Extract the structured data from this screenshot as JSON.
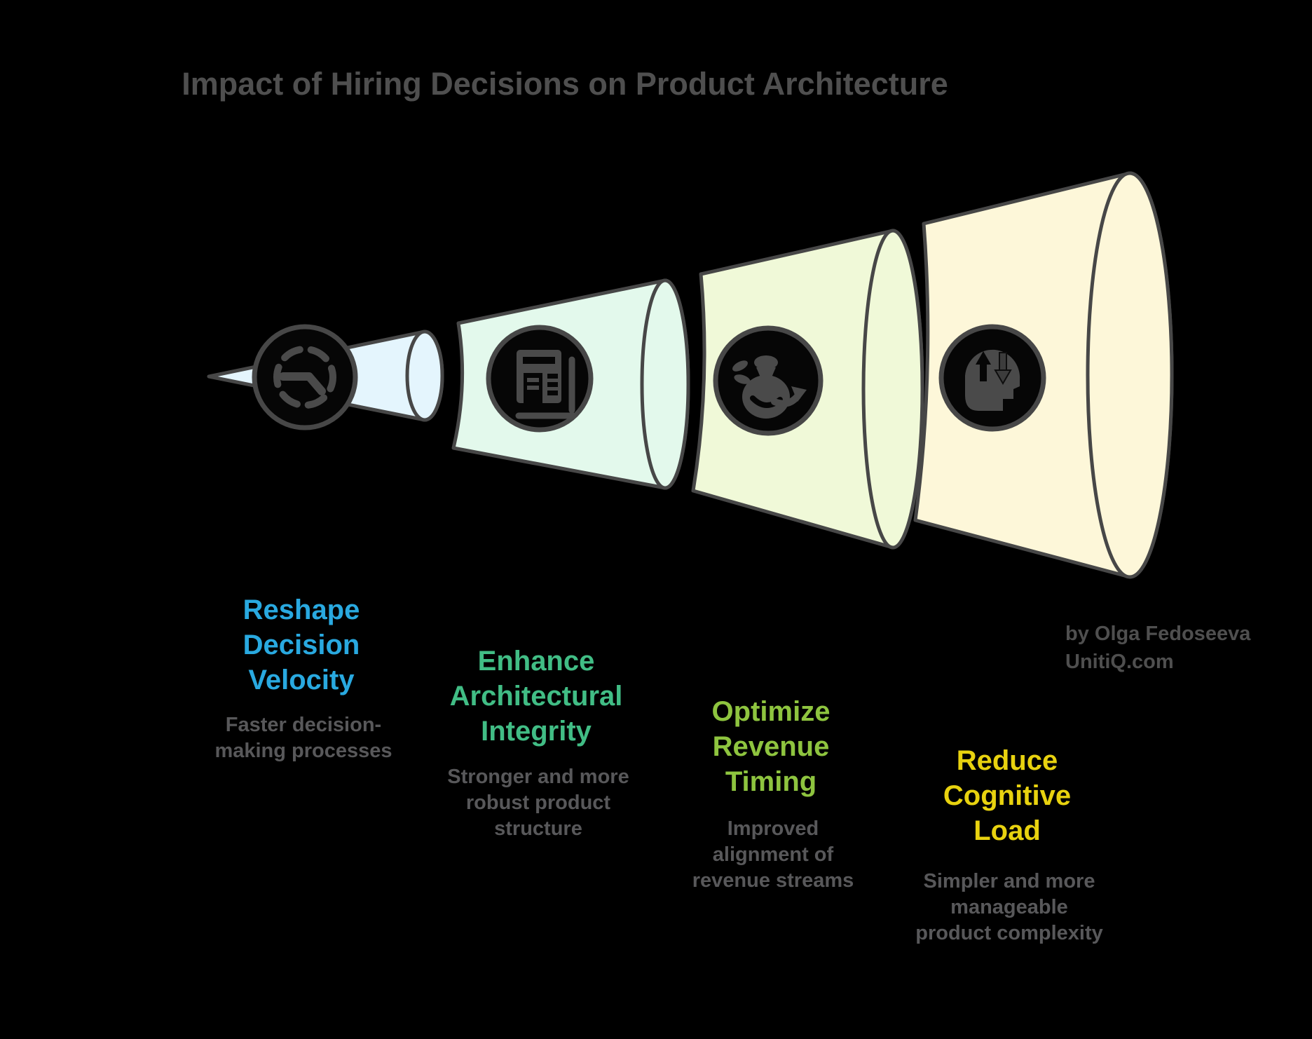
{
  "title": "Impact of Hiring Decisions on Product Architecture",
  "credit": {
    "line1": "by Olga Fedoseeva",
    "line2": "UnitiQ.com"
  },
  "colors": {
    "background": "#000000",
    "title_gray": "#4f4f4f",
    "outline_gray": "#474747",
    "subtitle_gray": "#58585a",
    "icon_circle_fill": "#060606",
    "stage1_heading": "#29a9e0",
    "stage2_heading": "#41bd85",
    "stage3_heading": "#8ec43f",
    "stage4_heading": "#e8d20f",
    "segment1_fill": "#e4f5fd",
    "segment2_fill": "#e3f9ec",
    "segment3_fill": "#f0f9d8",
    "segment4_fill": "#fdf7d9"
  },
  "stages": [
    {
      "heading": "Reshape\nDecision\nVelocity",
      "subtitle": "Faster decision-\nmaking processes",
      "heading_color": "#29a9e0",
      "segment_color": "#e4f5fd",
      "icon": "gauge-icon"
    },
    {
      "heading": "Enhance\nArchitectural\nIntegrity",
      "subtitle": "Stronger and more\nrobust product\nstructure",
      "heading_color": "#41bd85",
      "segment_color": "#e3f9ec",
      "icon": "newspaper-icon"
    },
    {
      "heading": "Optimize\nRevenue\nTiming",
      "subtitle": "Improved\nalignment of\nrevenue streams",
      "heading_color": "#8ec43f",
      "segment_color": "#f0f9d8",
      "icon": "money-bag-icon"
    },
    {
      "heading": "Reduce\nCognitive\nLoad",
      "subtitle": "Simpler and more\nmanageable\nproduct complexity",
      "heading_color": "#e8d20f",
      "segment_color": "#fdf7d9",
      "icon": "head-arrows-icon"
    }
  ]
}
